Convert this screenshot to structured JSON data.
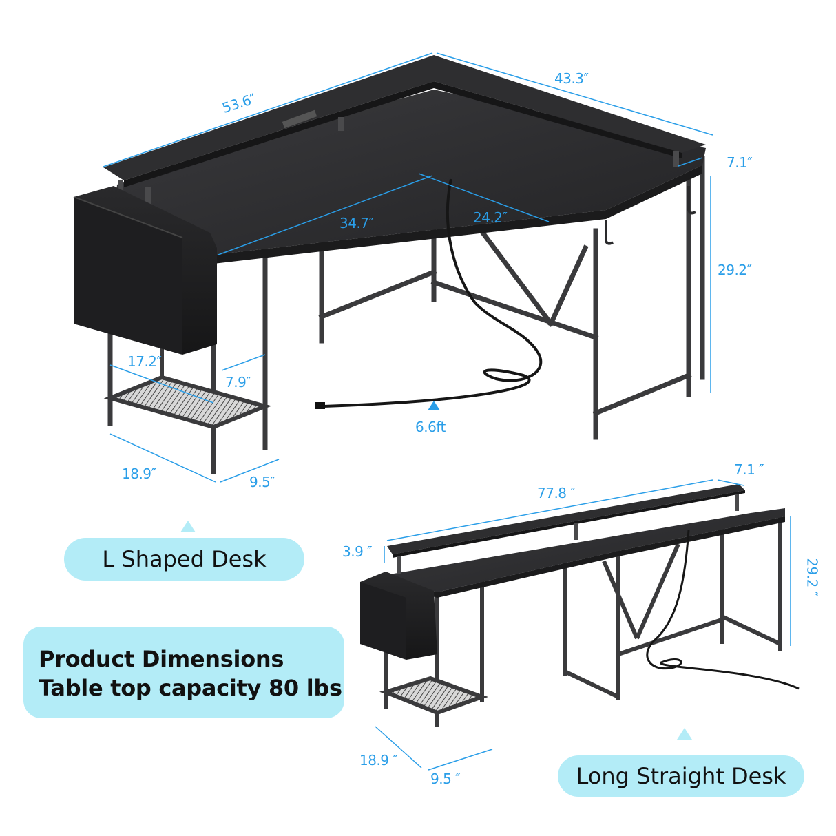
{
  "colors": {
    "dimension": "#2a9ee8",
    "pill_bg": "#b3ecf7",
    "desk_top": "#2b2b2d",
    "frame": "#3a3a3c",
    "text": "#111111"
  },
  "l_shaped": {
    "label": "L Shaped Desk",
    "dimensions": {
      "left_length": "53.6″",
      "right_length": "43.3″",
      "shelf_depth": "7.1″",
      "inner_left": "34.7″",
      "inner_right": "24.2″",
      "height": "29.2″",
      "shelf_unit_inner": "17.2″",
      "shelf_unit_depth_inner": "7.9″",
      "shelf_unit_width": "18.9″",
      "shelf_unit_depth": "9.5″",
      "cord_length": "6.6ft"
    }
  },
  "straight": {
    "label": "Long Straight Desk",
    "dimensions": {
      "length": "77.8 ″",
      "shelf_depth": "7.1 ″",
      "riser_height": "3.9 ″",
      "height": "29.2 ″",
      "shelf_unit_width": "18.9 ″",
      "shelf_unit_depth": "9.5 ″"
    }
  },
  "info": {
    "line1": "Product Dimensions",
    "line2": "Table top capacity 80 lbs"
  },
  "icons": {
    "pointer": "triangle-up",
    "cord_pointer": "triangle-up"
  }
}
